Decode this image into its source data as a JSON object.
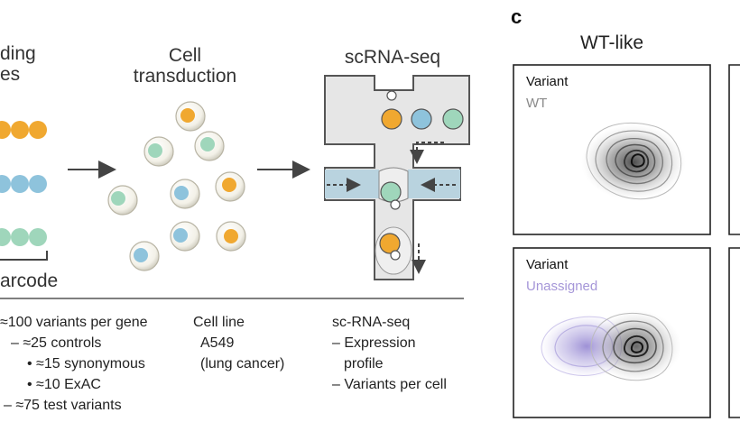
{
  "colors": {
    "orange": "#f0a830",
    "blue": "#8ec3dc",
    "green": "#9fd6bb",
    "wt_gray": "#8a8a8a",
    "unassigned_purple": "#a596d8",
    "channel": "#e6e6e6",
    "flow_channel": "#b9d3df"
  },
  "panel_b": {
    "left_header_line1": "ding",
    "left_header_line2": "es",
    "barcode_label": "arcode",
    "transduction_line1": "Cell",
    "transduction_line2": "transduction",
    "scrna_header": "scRNA-seq"
  },
  "bottom": {
    "col1": [
      "≈100 variants per gene",
      "– ≈25 controls",
      "• ≈15 synonymous",
      "• ≈10 ExAC",
      "– ≈75 test variants"
    ],
    "col2": [
      "Cell line",
      "A549",
      "(lung cancer)"
    ],
    "col3": [
      "sc-RNA-seq",
      "– Expression",
      "profile",
      "– Variants per cell"
    ]
  },
  "panel_c": {
    "letter": "c",
    "title": "WT-like",
    "box1_label": "Variant",
    "box1_sub": "WT",
    "box2_label": "Variant",
    "box2_sub": "Unassigned"
  }
}
